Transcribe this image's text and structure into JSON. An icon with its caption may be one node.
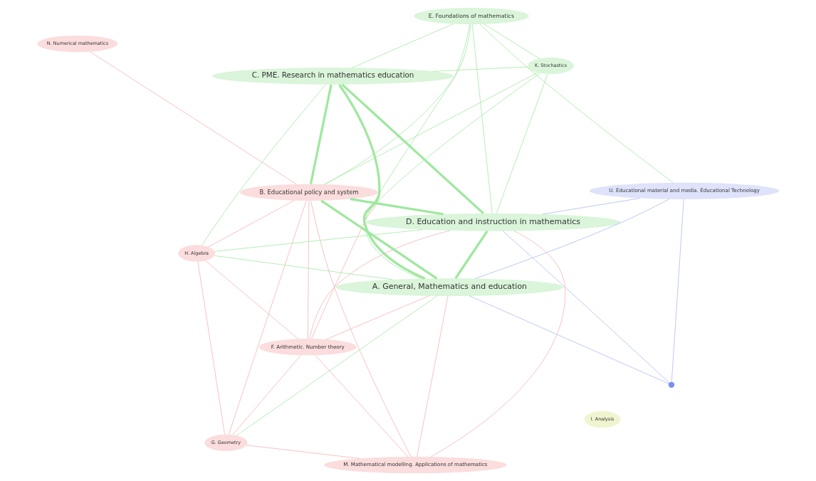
{
  "diagram": {
    "nodes": [
      {
        "text": [
          "N. Numerical mathematics"
        ]
      },
      {
        "text": [
          "C. PME. Research in mathematics education"
        ]
      },
      {
        "text": [
          "F. Arithmetic. Number theory"
        ]
      },
      {
        "text": [
          "E. Foundations of mathematics"
        ]
      },
      {
        "text": [
          "U. Educational material and media. Educational Technology"
        ]
      },
      {
        "text": [
          "B. Educational policy and system"
        ]
      },
      {
        "text": [
          "H. Algebra"
        ]
      },
      {
        "text": [
          "M. Mathematical modelling. Applications of mathematics"
        ]
      },
      {
        "text": [
          "D. Education and instruction in mathematics"
        ]
      },
      {
        "text": [
          "I. Analysis"
        ]
      },
      {
        "text": [
          "A. General, Mathematics and education"
        ]
      },
      {
        "text": [],
        "shape": "circle"
      },
      {
        "text": [
          "G. Geometry"
        ]
      },
      {
        "text": [
          "K. Stochastics"
        ]
      }
    ],
    "edges": [
      {
        "from": 0,
        "to": 5,
        "arrow": "none",
        "color": "#f4b0b0"
      },
      {
        "from": 1,
        "to": 5,
        "arrow": "none",
        "style": "thick"
      },
      {
        "from": 1,
        "to": 8,
        "arrow": "none",
        "style": "thick"
      },
      {
        "from": 1,
        "to": 10,
        "arrow": "none",
        "style": "thick"
      },
      {
        "from": 1,
        "to": 3,
        "arrow": "none"
      },
      {
        "from": 1,
        "to": 2,
        "arrow": "none",
        "color": "#f4b0b0"
      },
      {
        "from": 1,
        "to": 6,
        "arrow": "none"
      },
      {
        "from": 1,
        "to": 13,
        "arrow": "none"
      },
      {
        "from": 2,
        "to": 5,
        "arrow": "none",
        "color": "#f4b0b0"
      },
      {
        "from": 2,
        "to": 7,
        "arrow": "none",
        "color": "#f4b0b0"
      },
      {
        "from": 2,
        "to": 12,
        "arrow": "none",
        "color": "#f4b0b0"
      },
      {
        "from": 2,
        "to": 6,
        "arrow": "none",
        "color": "#f4b0b0"
      },
      {
        "from": 2,
        "to": 8,
        "arrow": "none",
        "color": "#f4b0b0"
      },
      {
        "from": 2,
        "to": 10,
        "arrow": "none",
        "color": "#f4b0b0"
      },
      {
        "from": 3,
        "to": 8,
        "arrow": "none"
      },
      {
        "from": 3,
        "to": 10,
        "arrow": "none"
      },
      {
        "from": 3,
        "to": 4,
        "arrow": "none"
      },
      {
        "from": 3,
        "to": 5,
        "arrow": "none"
      },
      {
        "from": 3,
        "to": 13,
        "arrow": "none"
      },
      {
        "from": 4,
        "to": 8,
        "arrow": "none",
        "color": "#a8b8f0"
      },
      {
        "from": 4,
        "to": 10,
        "arrow": "none",
        "color": "#a8b8f0"
      },
      {
        "from": 4,
        "to": 11,
        "arrow": "none",
        "color": "#a8b8f0"
      },
      {
        "from": 5,
        "to": 8,
        "arrow": "none",
        "style": "thick"
      },
      {
        "from": 5,
        "to": 10,
        "arrow": "none",
        "style": "thick"
      },
      {
        "from": 5,
        "to": 6,
        "arrow": "none",
        "color": "#f4b0b0"
      },
      {
        "from": 5,
        "to": 7,
        "arrow": "none",
        "color": "#f4b0b0"
      },
      {
        "from": 5,
        "to": 12,
        "arrow": "none",
        "color": "#f4b0b0"
      },
      {
        "from": 5,
        "to": 13,
        "arrow": "none"
      },
      {
        "from": 6,
        "to": 12,
        "arrow": "none",
        "color": "#f4b0b0"
      },
      {
        "from": 6,
        "to": 10,
        "arrow": "none"
      },
      {
        "from": 6,
        "to": 8,
        "arrow": "none"
      },
      {
        "from": 7,
        "to": 10,
        "arrow": "none",
        "color": "#f4b0b0"
      },
      {
        "from": 7,
        "to": 8,
        "arrow": "none",
        "color": "#f4b0b0"
      },
      {
        "from": 7,
        "to": 12,
        "arrow": "none",
        "color": "#f4b0b0"
      },
      {
        "from": 8,
        "to": 10,
        "arrow": "none",
        "style": "thick"
      },
      {
        "from": 8,
        "to": 13,
        "arrow": "none"
      },
      {
        "from": 8,
        "to": 11,
        "arrow": "none",
        "color": "#a8b8f0"
      },
      {
        "from": 10,
        "to": 13,
        "arrow": "none"
      },
      {
        "from": 10,
        "to": 11,
        "arrow": "none",
        "color": "#a8b8f0"
      },
      {
        "from": 12,
        "to": 10,
        "arrow": "none"
      }
    ]
  }
}
